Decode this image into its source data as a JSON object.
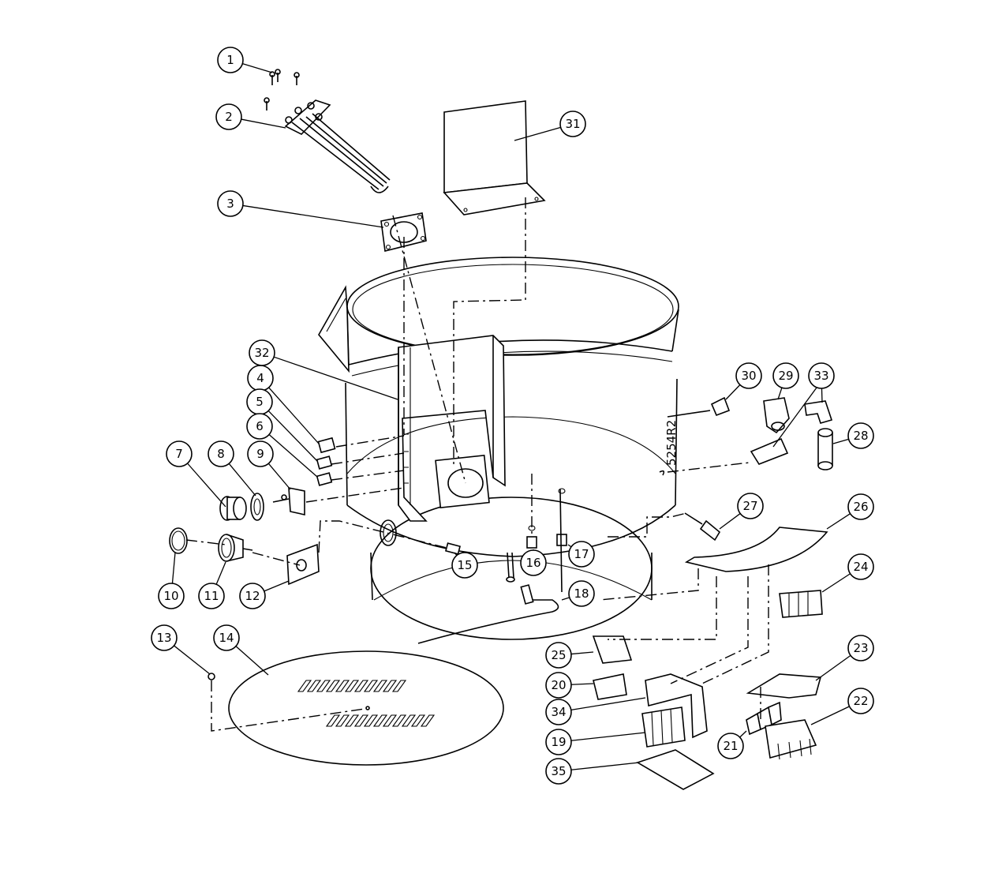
{
  "diagram": {
    "drawing_code": "5254R2",
    "callouts": [
      "1",
      "2",
      "3",
      "4",
      "5",
      "6",
      "7",
      "8",
      "9",
      "10",
      "11",
      "12",
      "13",
      "14",
      "15",
      "16",
      "17",
      "18",
      "19",
      "20",
      "21",
      "22",
      "23",
      "24",
      "25",
      "26",
      "27",
      "28",
      "29",
      "30",
      "31",
      "32",
      "33",
      "34",
      "35"
    ]
  }
}
